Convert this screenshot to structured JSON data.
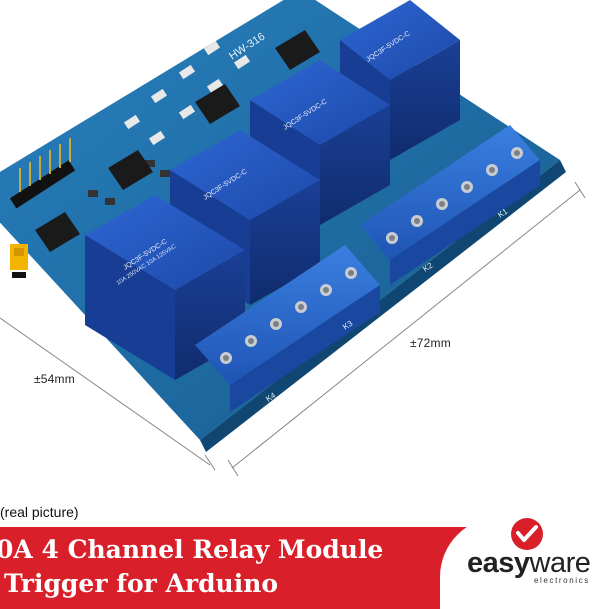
{
  "product": {
    "title_line_1": "0A 4 Channel Relay Module",
    "title_line_2": "Trigger for Arduino",
    "caption": "(real picture)"
  },
  "dimensions": {
    "width_label": "±54mm",
    "length_label": "±72mm"
  },
  "board": {
    "model_label": "HW-316",
    "relay_text": "10A 250VAC 10A 125VAC",
    "relay_model": "JQC3F-5VDC-C",
    "terminal_labels": [
      "K1",
      "K2",
      "K3",
      "K4"
    ]
  },
  "brand": {
    "name_bold": "easy",
    "name_regular": "ware",
    "tagline": "electronics"
  },
  "colors": {
    "banner": "#d9202a",
    "pcb": "#1d6fa8",
    "relay": "#1b4fb0",
    "terminal": "#2f6fcf",
    "logo_mark": "#d9202a"
  }
}
